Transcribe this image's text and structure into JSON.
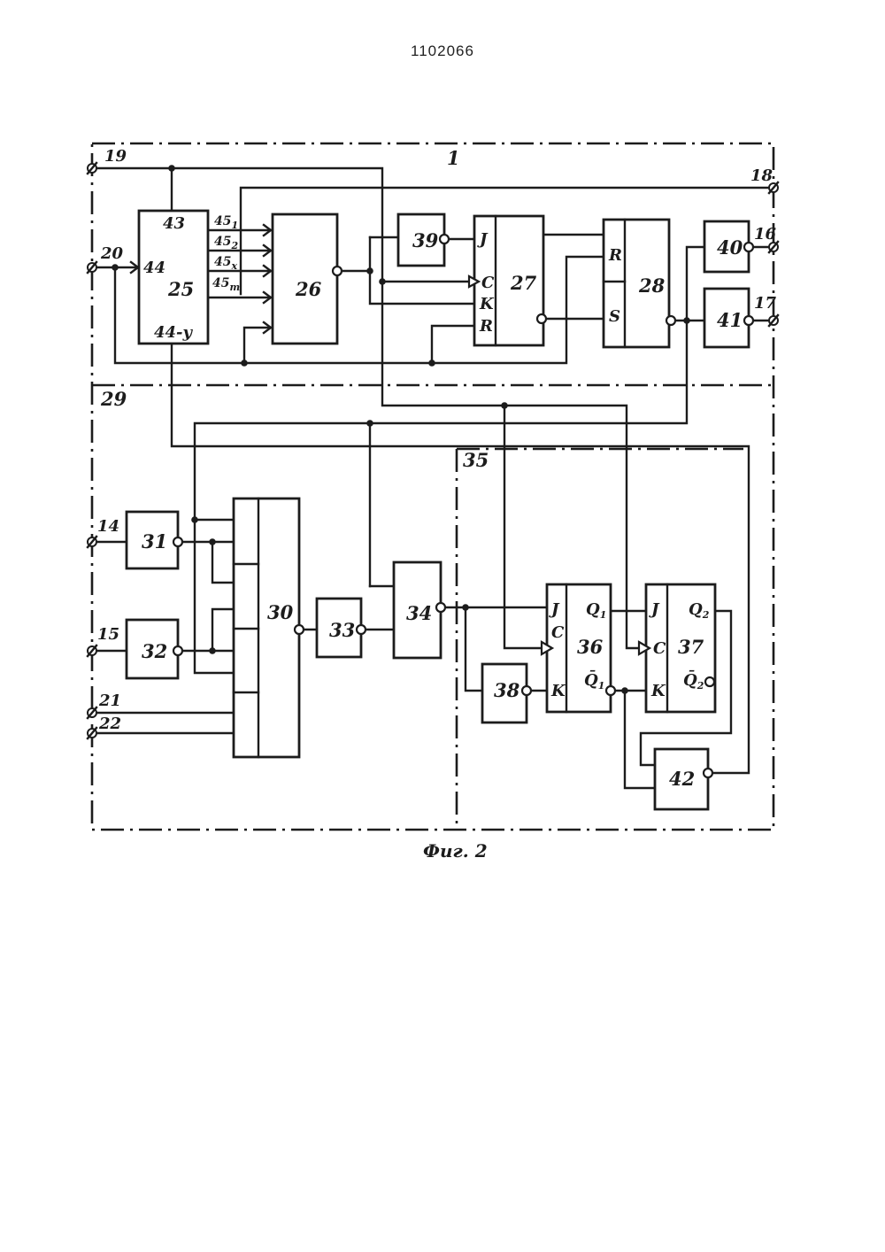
{
  "page_number": "1102066",
  "caption": "Фиг. 2",
  "block_labels": {
    "b1": "1",
    "b25": "25",
    "b26": "26",
    "b27": "27",
    "b28": "28",
    "b29": "29",
    "b30": "30",
    "b31": "31",
    "b32": "32",
    "b33": "33",
    "b34": "34",
    "b35": "35",
    "b36": "36",
    "b37": "37",
    "b38": "38",
    "b39": "39",
    "b40": "40",
    "b41": "41",
    "b42": "42"
  },
  "terminal_labels": {
    "t14": "14",
    "t15": "15",
    "t16": "16",
    "t17": "17",
    "t18": "18",
    "t19": "19",
    "t20": "20",
    "t21": "21",
    "t22": "22"
  },
  "pin_labels": {
    "p43": "43",
    "p44": "44",
    "p44y": "44-y",
    "p45_1": "45",
    "p45_1_sub": "1",
    "p45_2": "45",
    "p45_2_sub": "2",
    "p45_x": "45",
    "p45_x_sub": "x",
    "p45_m": "45",
    "p45_m_sub": "m",
    "ff27_j": "J",
    "ff27_c": "C",
    "ff27_k": "K",
    "ff27_r": "R",
    "rs28_r": "R",
    "rs28_s": "S",
    "ff36_j": "J",
    "ff36_c": "C",
    "ff36_k": "K",
    "ff36_q": "Q",
    "ff36_q_sub": "1",
    "ff36_nq": "Q̄",
    "ff36_nq_sub": "1",
    "ff37_j": "J",
    "ff37_c": "C",
    "ff37_k": "K",
    "ff37_q": "Q",
    "ff37_q_sub": "2",
    "ff37_nq": "Q̄",
    "ff37_nq_sub": "2"
  }
}
